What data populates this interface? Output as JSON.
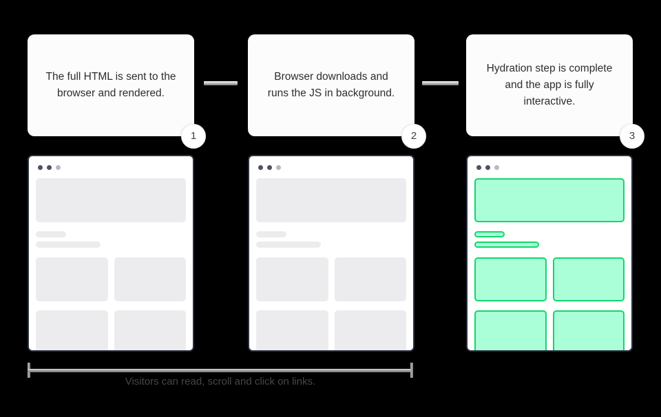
{
  "colors": {
    "background": "#000000",
    "card_bg": "#fcfcfc",
    "card_text": "#2d2d2d",
    "window_border": "#2c3140",
    "window_bg": "#ffffff",
    "placeholder_gray": "#ececee",
    "green_fill": "#abffd8",
    "green_border": "#13d56d",
    "dot_dark": "#4e5260",
    "dot_light": "#b7bac2",
    "caption_text": "#474747"
  },
  "steps": [
    {
      "number": "1",
      "description": "The full HTML is sent to the browser and rendered.",
      "browser_state": "static"
    },
    {
      "number": "2",
      "description": "Browser downloads and runs the JS in background.",
      "browser_state": "static"
    },
    {
      "number": "3",
      "description": "Hydration step is complete and the app is fully interactive.",
      "browser_state": "hydrated"
    }
  ],
  "caption": "Visitors can read, scroll and click on links."
}
